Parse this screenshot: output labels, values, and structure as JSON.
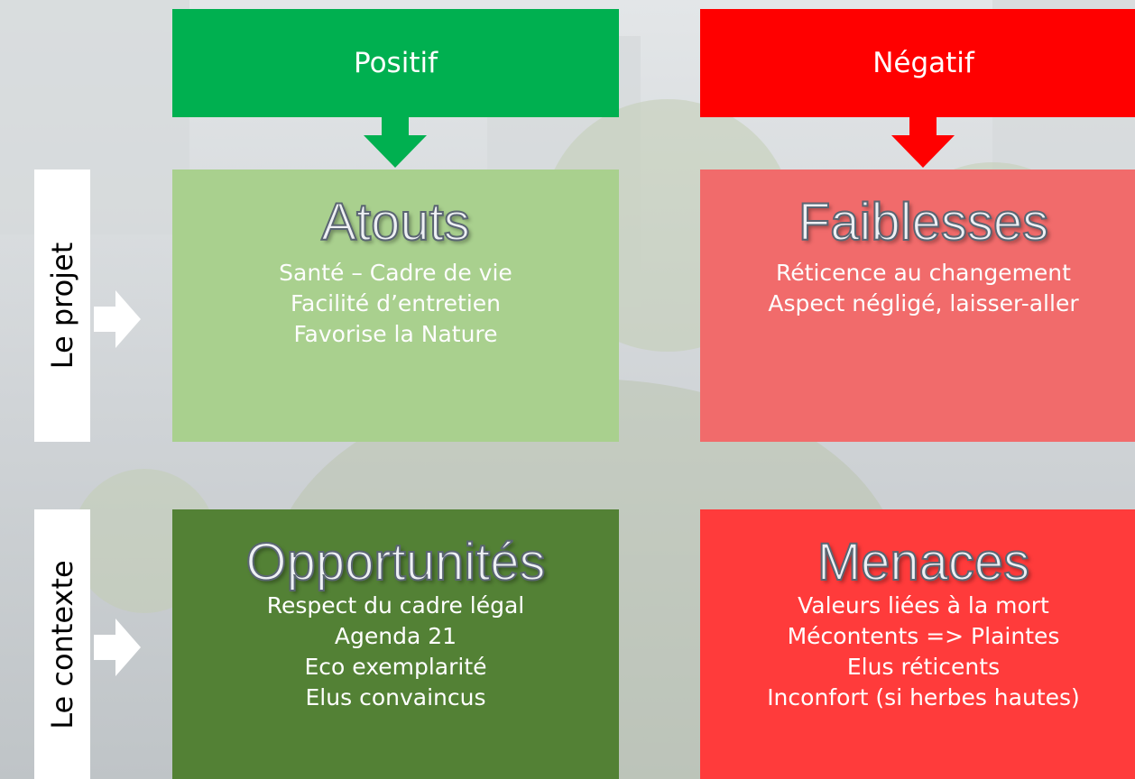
{
  "headers": {
    "positive": "Positif",
    "negative": "Négatif"
  },
  "rows": {
    "project": "Le projet",
    "context": "Le contexte"
  },
  "quadrants": {
    "strengths": {
      "title": "Atouts",
      "items": [
        "Santé – Cadre de vie",
        "Facilité d’entretien",
        "Favorise la Nature"
      ]
    },
    "weaknesses": {
      "title": "Faiblesses",
      "items": [
        "Réticence au changement",
        "Aspect négligé, laisser-aller"
      ]
    },
    "opportunities": {
      "title": "Opportunités",
      "items": [
        "Respect du cadre légal",
        "Agenda 21",
        "Eco exemplarité",
        "Elus convaincus"
      ]
    },
    "threats": {
      "title": "Menaces",
      "items": [
        "Valeurs liées à la mort",
        "Mécontents => Plaintes",
        "Elus réticents",
        "Inconfort (si herbes hautes)"
      ]
    }
  },
  "colors": {
    "positive_header": "#00b050",
    "negative_header": "#ff0000",
    "strengths_box": "#a9d08e",
    "weaknesses_box": "#f16b6b",
    "opportunities_box": "#538135",
    "threats_box": "#ff3b3b"
  }
}
